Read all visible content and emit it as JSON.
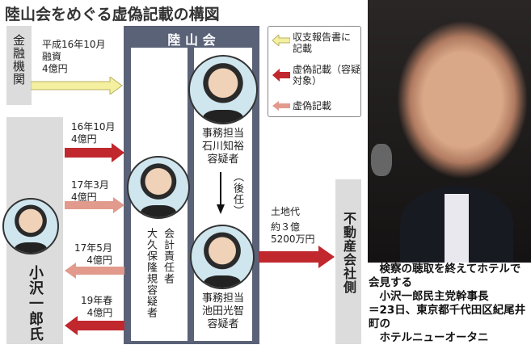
{
  "title": "陸山会をめぐる虚偽記載の構図",
  "org": "陸 山 会",
  "bank": "金融機関",
  "bank_flow": {
    "date": "平成16年10月",
    "type": "融資",
    "amount": "4億円"
  },
  "legend": [
    {
      "label": "収支報告書に記載",
      "color": "#f4f0a0"
    },
    {
      "label": "虚偽記載（容疑対象）",
      "color": "#c0282e"
    },
    {
      "label": "虚偽記載",
      "color": "#e29a8c"
    }
  ],
  "ozawa": "小沢一郎氏",
  "flows": [
    {
      "date": "16年10月",
      "amount": "4億円",
      "color": "#c0282e"
    },
    {
      "date": "17年3月",
      "amount": "4億円",
      "color": "#e29a8c"
    },
    {
      "date": "17年5月",
      "amount": "4億円",
      "color": "#e29a8c"
    },
    {
      "date": "19年春",
      "amount": "4億円",
      "color": "#c0282e"
    }
  ],
  "okubo": {
    "role": "会計責任者",
    "name": "大久保隆規容疑者"
  },
  "ishikawa": {
    "role": "事務担当",
    "name": "石川知裕",
    "suffix": "容疑者"
  },
  "successor": "（後任）",
  "ikeda": {
    "role": "事務担当",
    "name": "池田光智",
    "suffix": "容疑者"
  },
  "land": {
    "label": "土地代",
    "amount1": "約３億",
    "amount2": "5200万円"
  },
  "realestate": "不動産会社側",
  "caption": [
    "　検察の聴取を終えてホテルで会見する",
    "　小沢一郎民主党幹事長",
    "＝23日、東京都千代田区紀尾井町の",
    "　ホテルニューオータニ"
  ]
}
